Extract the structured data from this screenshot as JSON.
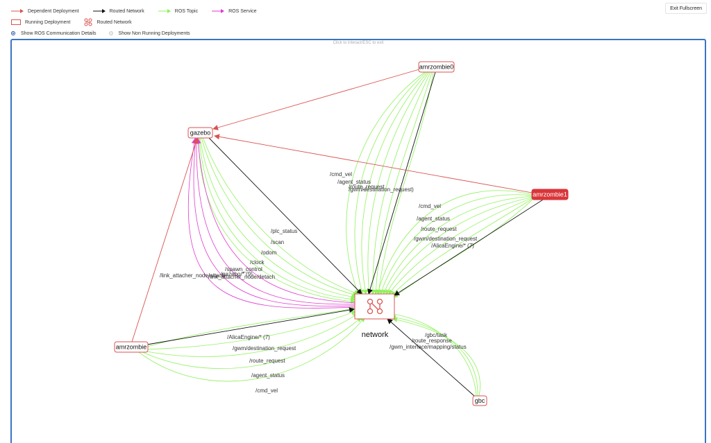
{
  "legend": {
    "dependent_deployment": "Dependent Deployment",
    "routed_network_edge": "Routed Network",
    "ros_topic": "ROS Topic",
    "ros_service": "ROS Service",
    "running_deployment": "Running Deployment",
    "routed_network_node": "Routed Network"
  },
  "toggles": {
    "show_comm_details": "Show ROS Communication Details",
    "show_non_running": "Show Non Running Deployments"
  },
  "exit_fullscreen": "Exit Fullscreen",
  "hint": "Click to interact/ESC to exit",
  "colors": {
    "dependent": "#d9534f",
    "routed": "#111111",
    "topic": "#8ef25a",
    "service": "#e03ad0",
    "frame": "#3a73c4"
  },
  "nodes": {
    "amrzombie0": "amrzombie0",
    "gazebo": "gazebo",
    "amrzombie1": "amrzombie1",
    "network": "network",
    "amrzombie": "amrzombie",
    "gbc": "gbc"
  },
  "edge_labels": {
    "z0": [
      "/cmd_vel",
      "/agent_status",
      "/route_request",
      "/gwm/destination_request)"
    ],
    "z1": [
      "/cmd_vel",
      "/agent_status",
      "/route_request",
      "/gwm/destination_request",
      "/AlicaEngine/* (7)"
    ],
    "gz": [
      "/plc_status",
      "/scan",
      "/odom",
      "/clock",
      "/spawn_control",
      "/gazebo/* (9)",
      "/link_attacher_node/attach",
      "/link_attacher_node/detach"
    ],
    "zb": [
      "/AlicaEngine/* (7)",
      "/gwm/destination_request",
      "/route_request",
      "/agent_status",
      "/cmd_vel"
    ],
    "gbc": [
      "/gbc/task",
      "/route_response",
      "/gwm_interface/mapping/status"
    ]
  }
}
